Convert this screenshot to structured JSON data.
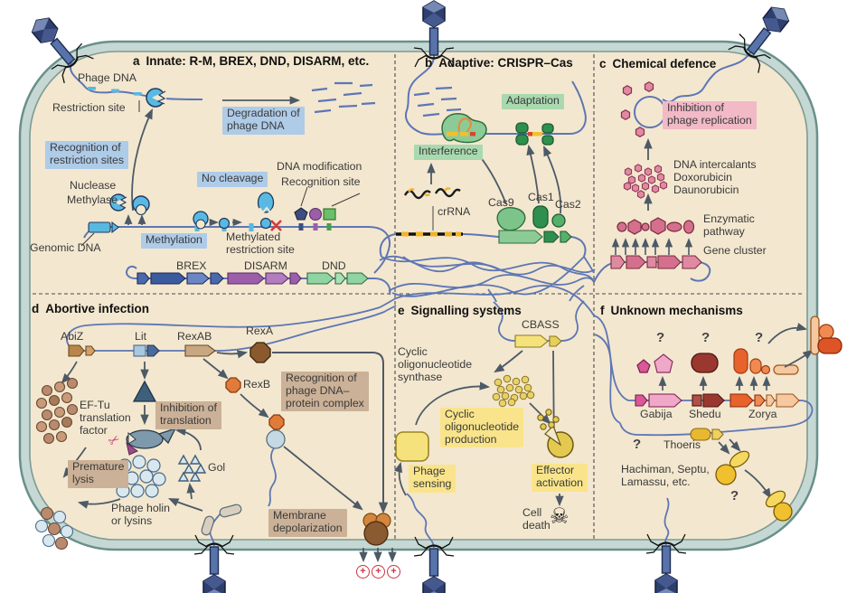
{
  "figure": {
    "type": "biology-diagram",
    "subject": "Bacterial anti-phage defence systems inside a cell"
  },
  "colors": {
    "cytoplasm": "#f3e7cf",
    "membrane": "#c6d8d3",
    "membrane_edge": "#69908b",
    "dna_blue": "#5d76b4",
    "arrow_gray": "#4d5a66",
    "phage_navy": "#2e3f6e",
    "highlight_blue": "#aecbe8",
    "highlight_green": "#a9d9ae",
    "highlight_pink": "#f2b9c7",
    "highlight_brown": "#cbb197",
    "highlight_yellow": "#f9e48b",
    "rm_enzyme_blue": "#5ab9e2",
    "brex_blue": "#4a69ad",
    "disarm_purple": "#9a5fa8",
    "dnd_green": "#8fd4a2",
    "cas_green": "#2f8f4f",
    "chemical_pink": "#d4708e",
    "abi_brown": "#8a5a2e",
    "rex_orange": "#e07b39",
    "signal_yellow": "#e3c94f",
    "gabija_pink": "#f0a8c8",
    "shedu_red": "#9a3830",
    "zorya_orange": "#e8622d",
    "thoeris_yellow": "#f0c030",
    "plus_red": "#cc3344",
    "x_red": "#d43c3c"
  },
  "panels": {
    "a": {
      "letter": "a",
      "title": "Innate: R-M, BREX, DND, DISARM, etc."
    },
    "b": {
      "letter": "b",
      "title": "Adaptive: CRISPR–Cas"
    },
    "c": {
      "letter": "c",
      "title": "Chemical defence"
    },
    "d": {
      "letter": "d",
      "title": "Abortive infection"
    },
    "e": {
      "letter": "e",
      "title": "Signalling systems"
    },
    "f": {
      "letter": "f",
      "title": "Unknown mechanisms"
    }
  },
  "labels": {
    "phage_dna_a": "Phage DNA",
    "restriction_site": "Restriction site",
    "degradation_phage_dna": "Degradation of\nphage DNA",
    "recognition_restriction_sites": "Recognition of\nrestriction sites",
    "no_cleavage": "No cleavage",
    "dna_modification": "DNA modification",
    "recognition_site": "Recognition site",
    "nuclease": "Nuclease",
    "methylase": "Methylase",
    "methylation": "Methylation",
    "methylated_restriction_site": "Methylated\nrestriction site",
    "genomic_dna": "Genomic DNA",
    "brex": "BREX",
    "disarm": "DISARM",
    "dnd": "DND",
    "adaptation": "Adaptation",
    "interference": "Interference",
    "crrna": "crRNA",
    "cas9": "Cas9",
    "cas1": "Cas1",
    "cas2": "Cas2",
    "inhibition_phage_replication": "Inhibition of\nphage replication",
    "dna_intercalants": "DNA intercalants\nDoxorubicin\nDaunorubicin",
    "enzymatic_pathway": "Enzymatic\npathway",
    "gene_cluster": "Gene cluster",
    "abiz": "AbiZ",
    "lit": "Lit",
    "rexab": "RexAB",
    "rexa": "RexA",
    "rexb": "RexB",
    "recognition_phage_complex": "Recognition of\nphage DNA–\nprotein complex",
    "eftu": "EF-Tu\ntranslation\nfactor",
    "inhibition_translation": "Inhibition of\ntranslation",
    "premature_lysis": "Premature\nlysis",
    "gol": "Gol",
    "phage_holin": "Phage holin\nor lysins",
    "membrane_depolarization": "Membrane\ndepolarization",
    "cbass": "CBASS",
    "cyclic_synthase": "Cyclic\noligonucleotide\nsynthase",
    "cyclic_production": "Cyclic\noligonucleotide\nproduction",
    "phage_sensing": "Phage\nsensing",
    "effector_activation": "Effector\nactivation",
    "cell_death": "Cell\ndeath",
    "gabija": "Gabija",
    "shedu": "Shedu",
    "zorya": "Zorya",
    "thoeris": "Thoeris",
    "hachiman": "Hachiman, Septu,\nLamassu, etc.",
    "q": "?",
    "plus": "+",
    "skull": "☠",
    "scissors": "✂"
  }
}
